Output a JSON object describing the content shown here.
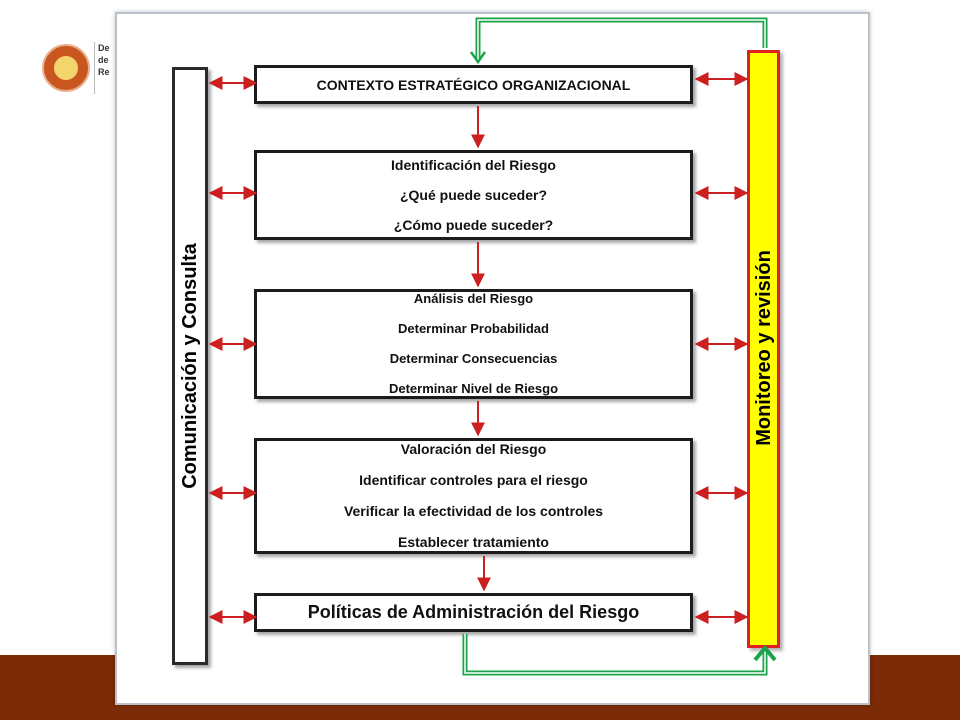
{
  "colors": {
    "accent_red": "#cc1f1f",
    "accent_green": "#1aa34a",
    "highlight_yellow": "#ffff00",
    "band_brown": "#7a2a06"
  },
  "header": {
    "logo_text": "De\nde\nRe"
  },
  "sides": {
    "left_label": "Comunicación y Consulta",
    "right_label": "Monitoreo y revisión"
  },
  "steps": [
    {
      "lines": [
        "CONTEXTO ESTRATÉGICO ORGANIZACIONAL"
      ]
    },
    {
      "lines": [
        "Identificación del Riesgo",
        "¿Qué puede suceder?",
        "¿Cómo puede suceder?"
      ]
    },
    {
      "lines": [
        "Análisis del Riesgo",
        "Determinar Probabilidad",
        "Determinar Consecuencias",
        "Determinar Nivel de Riesgo"
      ]
    },
    {
      "lines": [
        "Valoración del Riesgo",
        "Identificar controles para el riesgo",
        "Verificar la efectividad de los controles",
        "Establecer tratamiento"
      ]
    },
    {
      "lines": [
        "Políticas de Administración del Riesgo"
      ]
    }
  ],
  "connectors": {
    "flow": "down",
    "side_arrows": "double-headed",
    "feedback_loop": "bottom-to-top (green)"
  }
}
